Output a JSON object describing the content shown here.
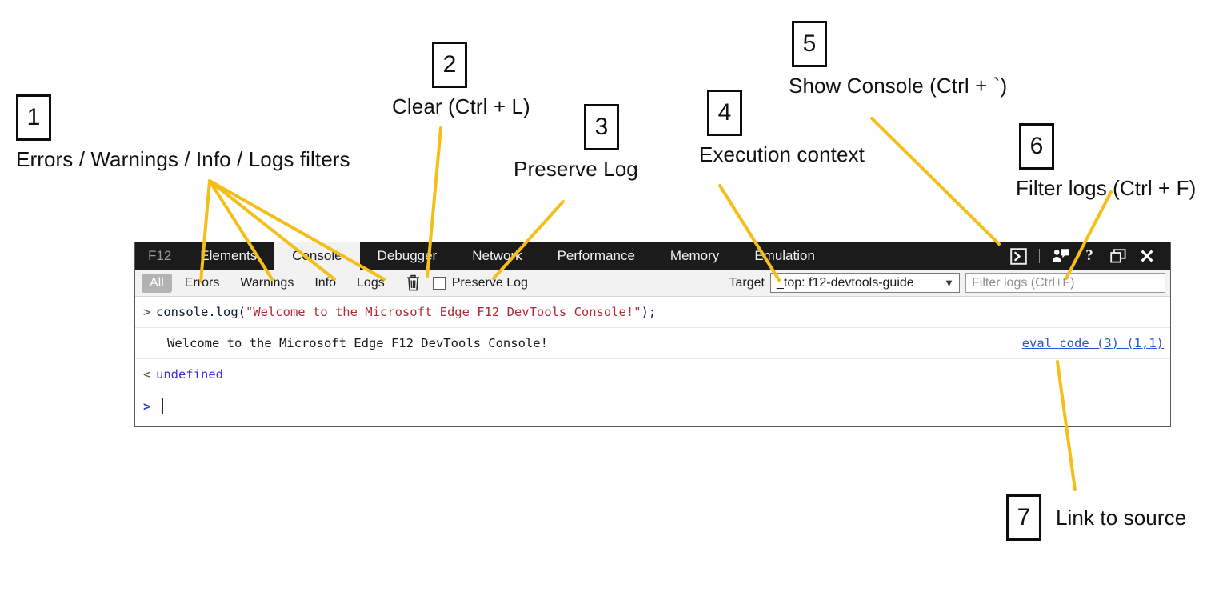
{
  "annotations": [
    {
      "num": "1",
      "text": "Errors / Warnings / Info / Logs filters"
    },
    {
      "num": "2",
      "text": "Clear (Ctrl + L)"
    },
    {
      "num": "3",
      "text": "Preserve Log"
    },
    {
      "num": "4",
      "text": "Execution context"
    },
    {
      "num": "5",
      "text": "Show Console (Ctrl + `)"
    },
    {
      "num": "6",
      "text": "Filter logs (Ctrl + F)"
    },
    {
      "num": "7",
      "text": "Link to source"
    }
  ],
  "devtools": {
    "brand": "F12",
    "tabs": [
      {
        "label": "Elements",
        "active": false
      },
      {
        "label": "Console",
        "active": true
      },
      {
        "label": "Debugger",
        "active": false
      },
      {
        "label": "Network",
        "active": false
      },
      {
        "label": "Performance",
        "active": false
      },
      {
        "label": "Memory",
        "active": false
      },
      {
        "label": "Emulation",
        "active": false
      }
    ],
    "window_icons": [
      {
        "name": "show-console-icon",
        "glyph": "〉"
      },
      {
        "name": "feedback-icon",
        "glyph": ""
      },
      {
        "name": "help-icon",
        "glyph": "?"
      },
      {
        "name": "dock-icon",
        "glyph": ""
      },
      {
        "name": "close-icon",
        "glyph": "✕"
      }
    ],
    "filterbar": {
      "chips": [
        {
          "label": "All",
          "selected": true
        },
        {
          "label": "Errors",
          "selected": false
        },
        {
          "label": "Warnings",
          "selected": false
        },
        {
          "label": "Info",
          "selected": false
        },
        {
          "label": "Logs",
          "selected": false
        }
      ],
      "clear_icon": "trash-icon",
      "preserve_log_label": "Preserve Log",
      "preserve_log_checked": false,
      "target_label": "Target",
      "target_value": "_top: f12-devtools-guide",
      "filter_placeholder": "Filter logs (Ctrl+F)"
    },
    "console_rows": [
      {
        "type": "input",
        "gutter": ">",
        "code_prefix": "console.log(",
        "code_string": "\"Welcome to the Microsoft Edge F12 DevTools Console!\"",
        "code_suffix": ");"
      },
      {
        "type": "output",
        "text": "Welcome to the Microsoft Edge F12 DevTools Console!",
        "source_link": "eval code (3) (1,1)"
      },
      {
        "type": "result",
        "gutter": "<",
        "value": "undefined"
      },
      {
        "type": "prompt",
        "gutter": ">"
      }
    ]
  },
  "colors": {
    "annotation_line": "#F5BE18",
    "tabstrip_bg": "#1B1B1B",
    "filterbar_bg": "#F2F2F2",
    "chip_selected_bg": "#B3B3B3",
    "string_red": "#B02A37",
    "undefined_blue": "#3F2EE8",
    "link_blue": "#2855D8"
  }
}
